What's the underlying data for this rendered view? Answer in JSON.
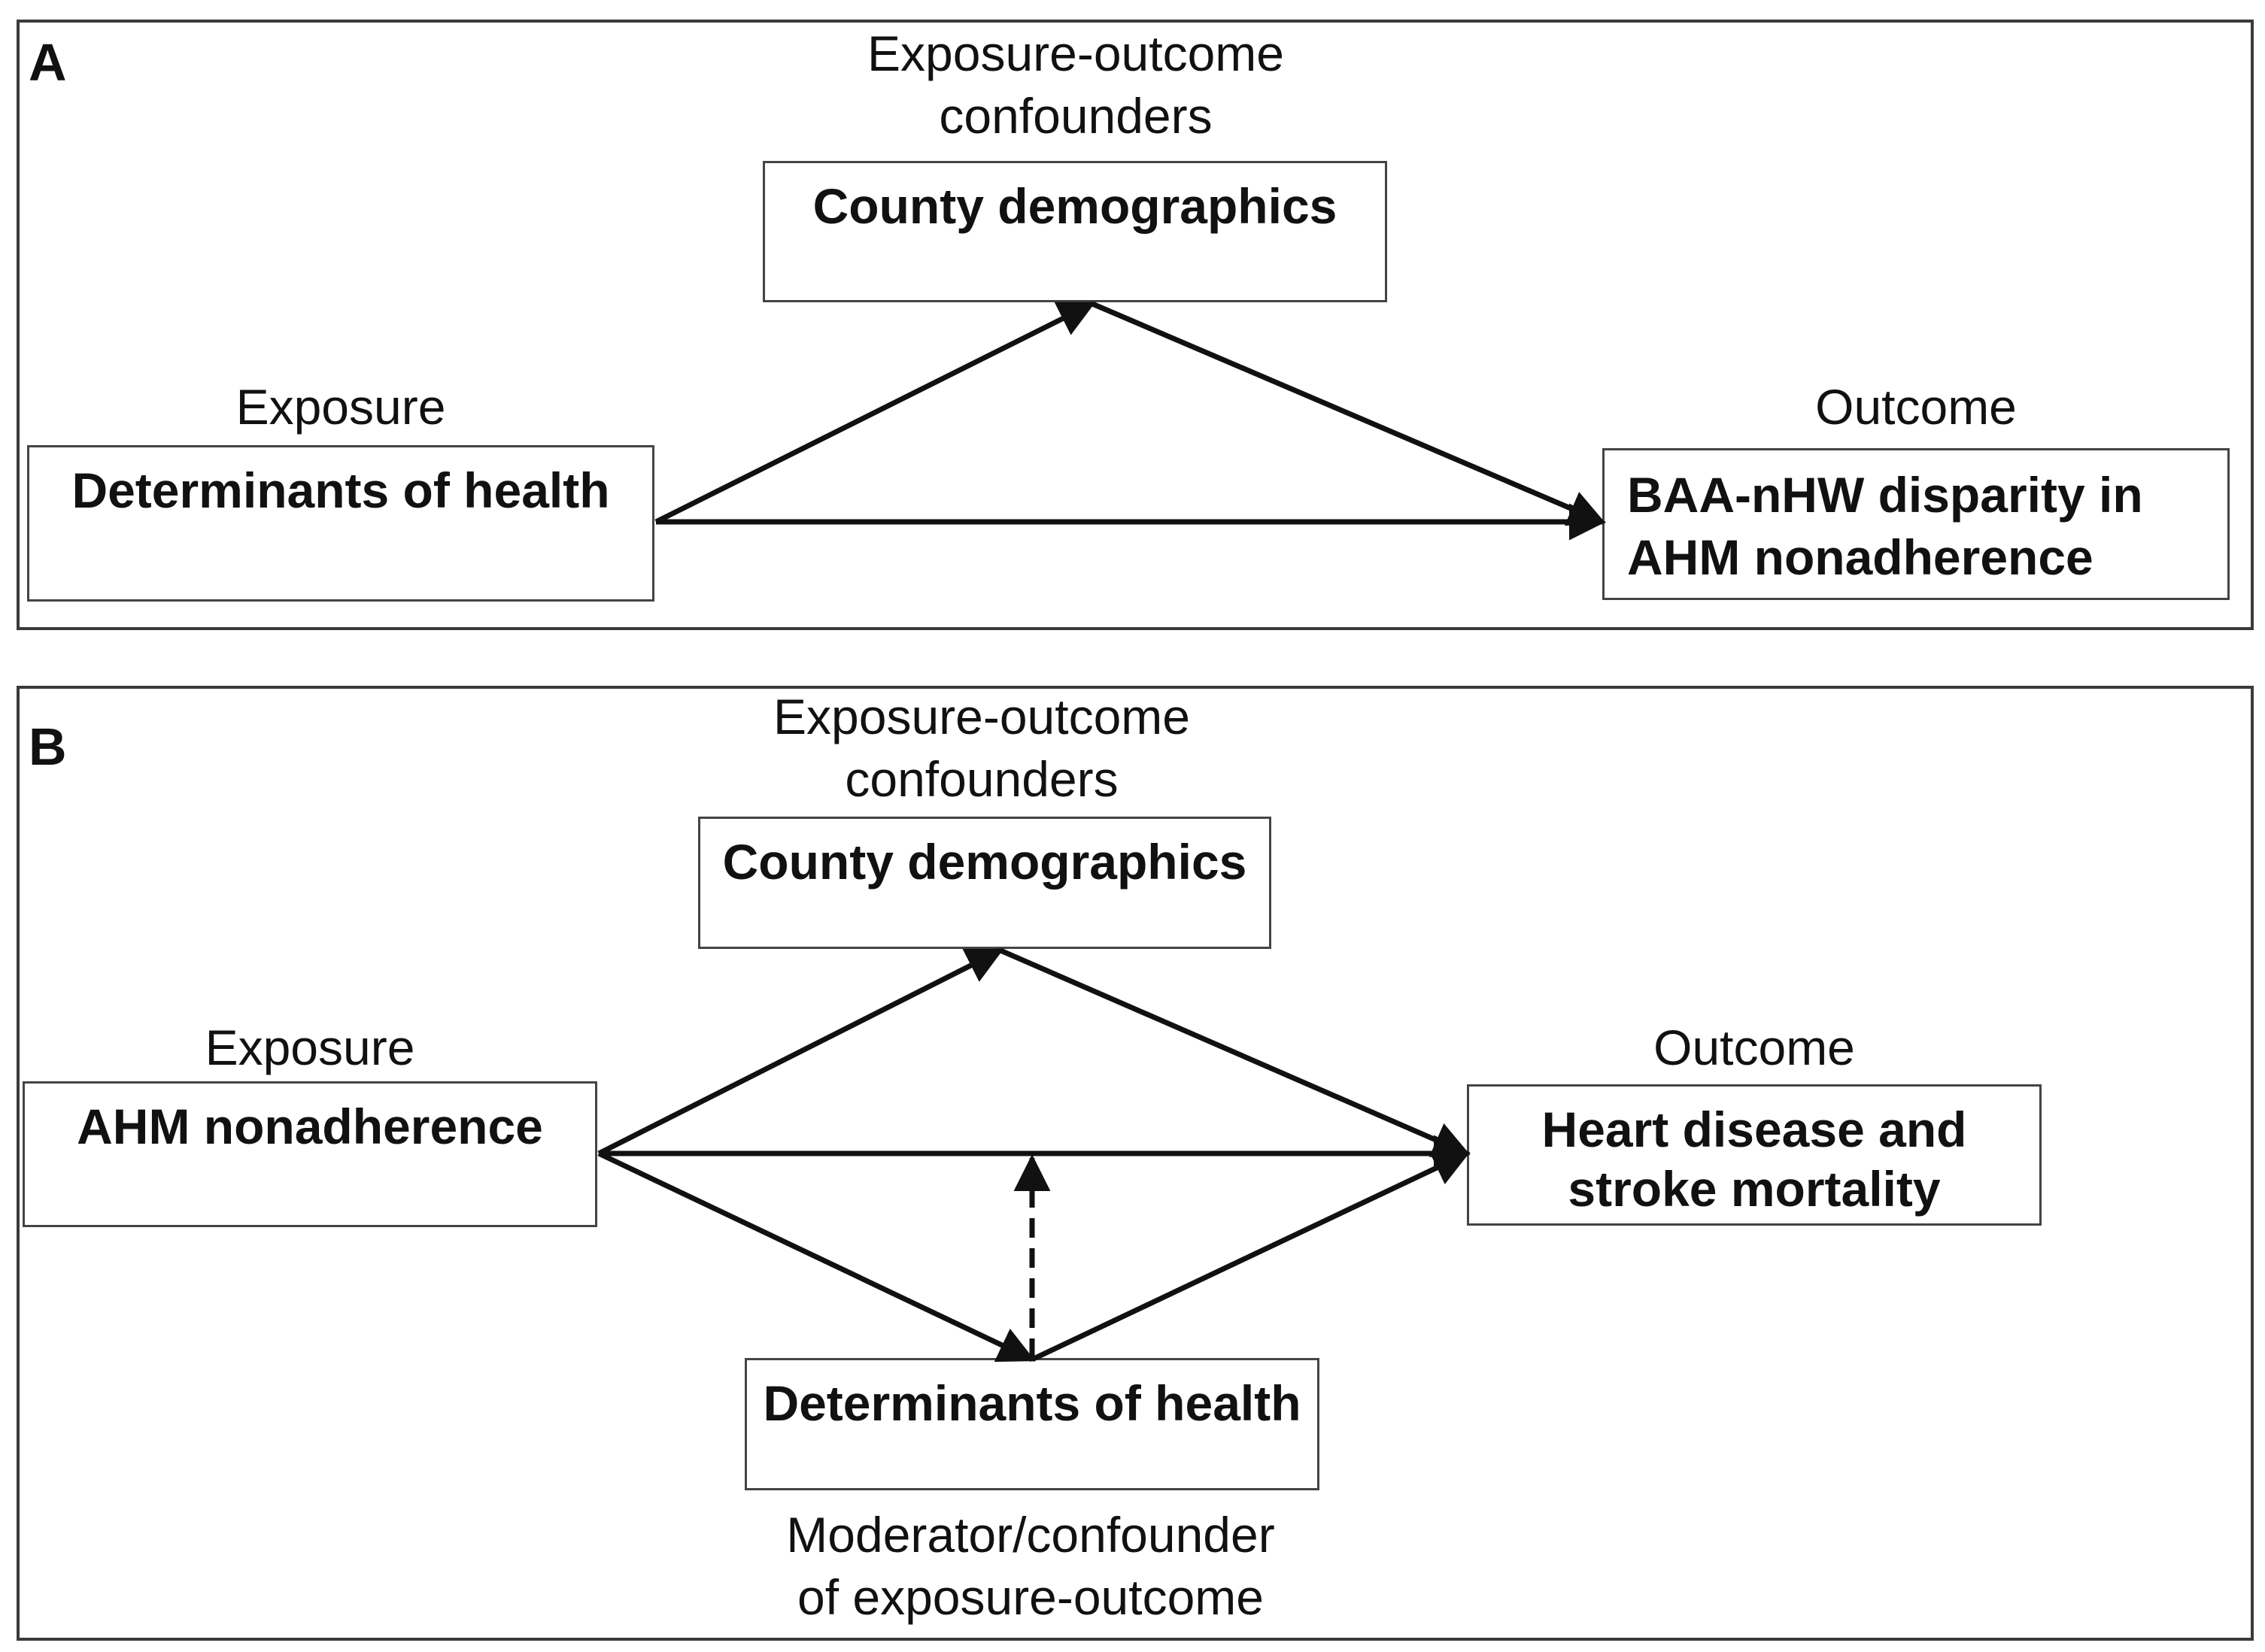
{
  "panel_a": {
    "letter": "A",
    "confounder_label": "Exposure-outcome\nconfounders",
    "confounder_box": "County demographics",
    "exposure_label": "Exposure",
    "exposure_box": "Determinants of health",
    "outcome_label": "Outcome",
    "outcome_box": "BAA-nHW disparity in\nAHM nonadherence"
  },
  "panel_b": {
    "letter": "B",
    "confounder_label": "Exposure-outcome\nconfounders",
    "confounder_box": "County demographics",
    "exposure_label": "Exposure",
    "exposure_box": "AHM nonadherence",
    "outcome_label": "Outcome",
    "outcome_box": "Heart disease and\nstroke mortality",
    "moderator_box": "Determinants of health",
    "moderator_label": "Moderator/confounder\nof exposure-outcome"
  }
}
